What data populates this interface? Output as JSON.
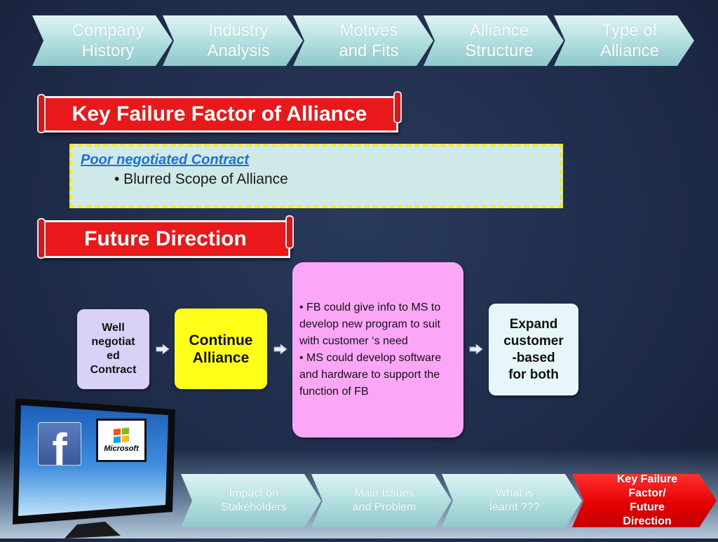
{
  "top_nav": {
    "items": [
      {
        "line1": "Company",
        "line2": "History"
      },
      {
        "line1": "Industry",
        "line2": "Analysis"
      },
      {
        "line1": "Motives",
        "line2": "and Fits"
      },
      {
        "line1": "Alliance",
        "line2": "Structure"
      },
      {
        "line1": "Type of",
        "line2": "Alliance"
      }
    ]
  },
  "section1": {
    "title": "Key Failure Factor of Alliance",
    "contract_title": "Poor negotiated Contract",
    "bullet": "• Blurred Scope of Alliance"
  },
  "section2": {
    "title": "Future Direction"
  },
  "flow": {
    "box1": {
      "line1": "Well",
      "line2": "negotiat",
      "line3": "ed",
      "line4": "Contract"
    },
    "box2": {
      "line1": "Continue",
      "line2": "Alliance"
    },
    "box3": {
      "bullet1": "• FB could give info to MS to develop new program to suit with customer ‘s need",
      "bullet2": "• MS could develop software and hardware to support the function of FB"
    },
    "box4": {
      "line1": "Expand",
      "line2": "customer",
      "line3": "-based",
      "line4": "for both"
    }
  },
  "monitor": {
    "facebook_glyph": "f",
    "microsoft_label": "Microsoft"
  },
  "bottom_nav": {
    "items": [
      {
        "line1": "Impact on",
        "line2": "Stakeholders"
      },
      {
        "line1": "Main Issues",
        "line2": "and Problem"
      },
      {
        "line1": "What is",
        "line2": "learnt ???"
      },
      {
        "line1": "Key Failure",
        "line2": "Factor/",
        "line3": "Future",
        "line4": "Direction"
      }
    ],
    "active_color": "#e60000"
  },
  "colors": {
    "background": "#1f2c4a",
    "banner_red": "#e8181b",
    "contract_box": "#cfe9e8",
    "dashed_border": "#f4ea1c",
    "box_lavender": "#d9d2f6",
    "box_yellow": "#ffff1a",
    "box_pink": "#fba6f6",
    "box_light_blue": "#e6f6f9"
  }
}
